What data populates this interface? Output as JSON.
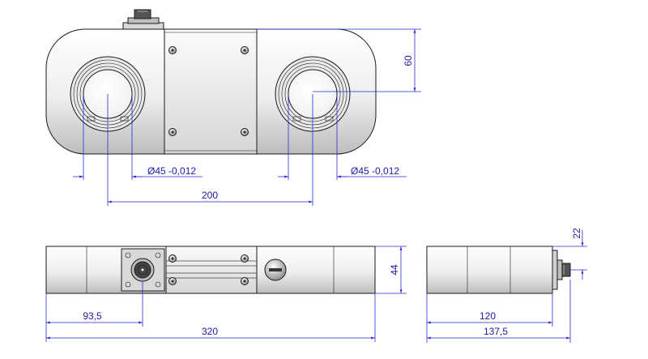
{
  "dimensions": {
    "top_height": "60",
    "left_bore": "Ø45  -0,012",
    "right_bore": "Ø45  -0,012",
    "center_distance": "200",
    "front_height": "44",
    "connector_offset": "93,5",
    "total_length": "320",
    "connector_height": "22",
    "side_width": "120",
    "side_total": "137,5"
  },
  "colors": {
    "dimension": "#2a2ad0",
    "outline": "#1a1a1a",
    "body_light": "#f4f4f4",
    "body_dark": "#c8c8c8"
  }
}
